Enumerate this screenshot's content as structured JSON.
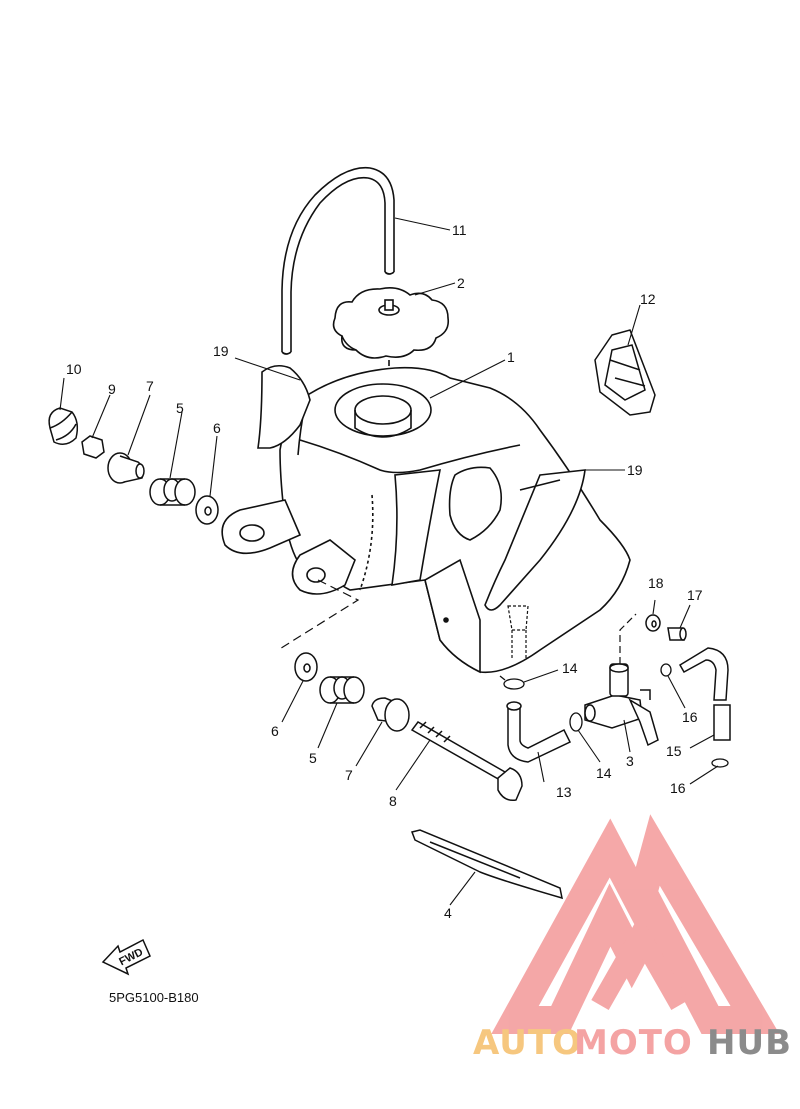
{
  "diagram": {
    "part_code": "5PG5100-B180",
    "fwd_label": "FWD",
    "callouts": [
      "1",
      "2",
      "3",
      "4",
      "5",
      "5",
      "6",
      "6",
      "7",
      "7",
      "8",
      "9",
      "10",
      "11",
      "12",
      "13",
      "14",
      "14",
      "15",
      "16",
      "16",
      "17",
      "18",
      "19",
      "19"
    ]
  },
  "watermark": {
    "text_a": "AUTO",
    "text_b": "MOTO",
    "text_c": "HUB",
    "color_main": "#f4a3a3",
    "color_orange": "#f6c77f",
    "color_gray": "#8b8b8b"
  }
}
